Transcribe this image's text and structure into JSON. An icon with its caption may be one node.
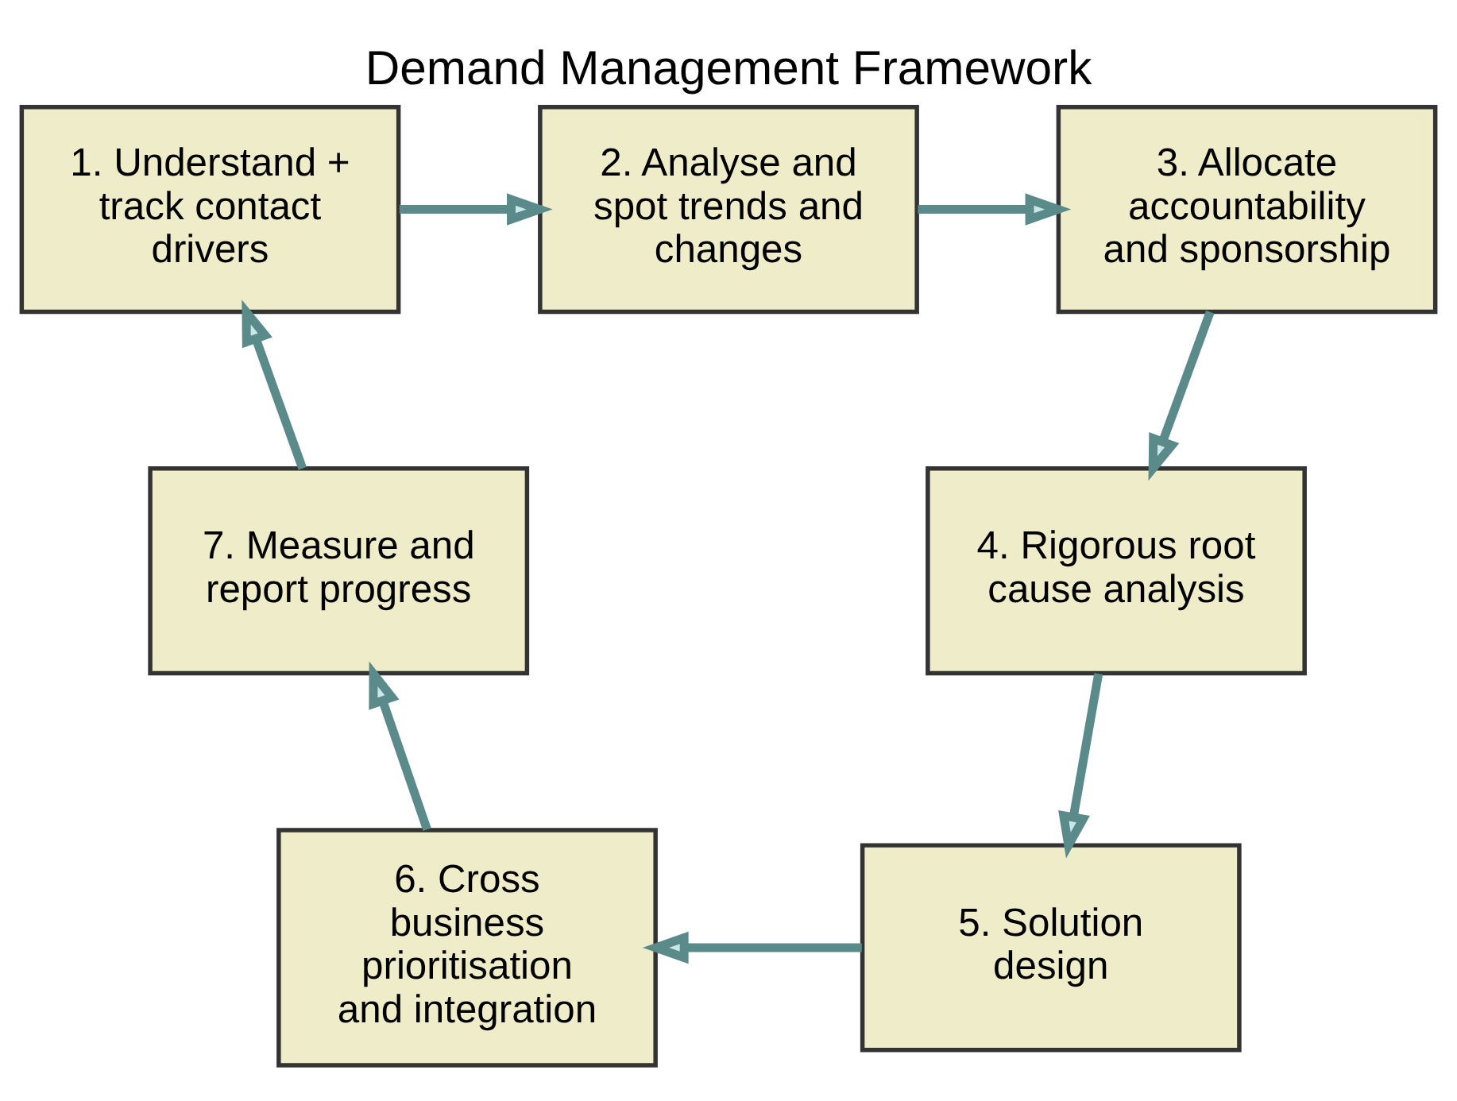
{
  "diagram": {
    "title": "Demand Management Framework",
    "nodes": [
      {
        "text": [
          "1. Understand + track contact drivers"
        ]
      },
      {
        "text": [
          "2. Analyse and spot trends and changes"
        ]
      },
      {
        "text": [
          "3. Allocate accountability and sponsorship"
        ]
      },
      {
        "text": [
          "4. Rigorous root cause analysis"
        ]
      },
      {
        "text": [
          "5. Solution design"
        ]
      },
      {
        "text": [
          "6. Cross business prioritisation and integration"
        ]
      },
      {
        "text": [
          "7. Measure and report progress"
        ]
      }
    ],
    "edges": [
      {
        "from": 0,
        "to": 1,
        "arrow": "to"
      },
      {
        "from": 1,
        "to": 2,
        "arrow": "to"
      },
      {
        "from": 2,
        "to": 3,
        "arrow": "to"
      },
      {
        "from": 3,
        "to": 4,
        "arrow": "to"
      },
      {
        "from": 4,
        "to": 5,
        "arrow": "to"
      },
      {
        "from": 5,
        "to": 6,
        "arrow": "to"
      },
      {
        "from": 6,
        "to": 0,
        "arrow": "to"
      }
    ]
  }
}
